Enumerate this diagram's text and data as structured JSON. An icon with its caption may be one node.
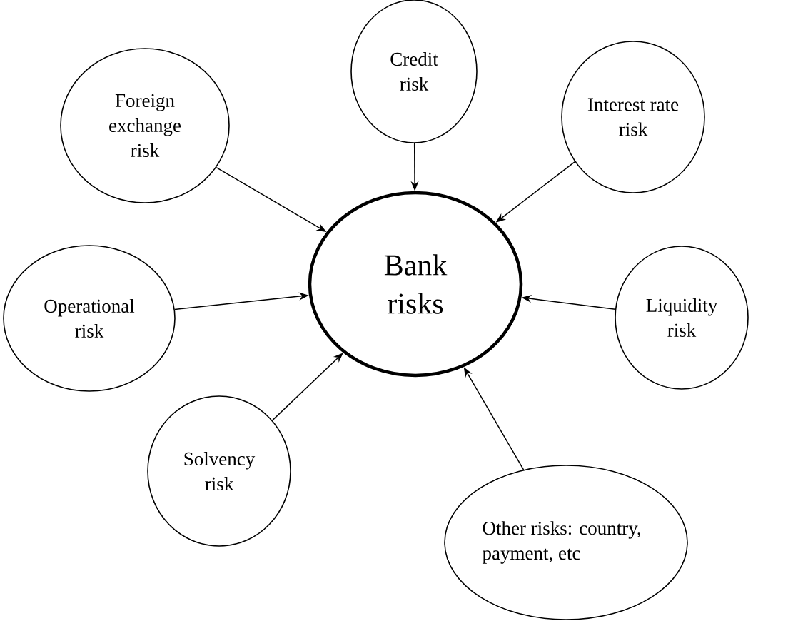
{
  "diagram": {
    "nodes": [
      {
        "text": [
          "Credit risk"
        ]
      },
      {
        "text": [
          "Foreign exchange risk"
        ]
      },
      {
        "text": [
          "Interest rate risk"
        ]
      },
      {
        "text": [
          "Bank risks"
        ]
      },
      {
        "text": [
          "Operational risk"
        ]
      },
      {
        "text": [
          "Liquidity risk"
        ]
      },
      {
        "text": [
          "Solvency risk"
        ]
      },
      {
        "text": [
          "Other risks: country, payment, etc"
        ]
      }
    ],
    "edges": [
      {
        "from": 0,
        "to": 3,
        "arrow": "to"
      },
      {
        "from": 1,
        "to": 3,
        "arrow": "to"
      },
      {
        "from": 2,
        "to": 3,
        "arrow": "to"
      },
      {
        "from": 4,
        "to": 3,
        "arrow": "to"
      },
      {
        "from": 5,
        "to": 3,
        "arrow": "to"
      },
      {
        "from": 6,
        "to": 3,
        "arrow": "to"
      },
      {
        "from": 7,
        "to": 3,
        "arrow": "to"
      }
    ]
  }
}
